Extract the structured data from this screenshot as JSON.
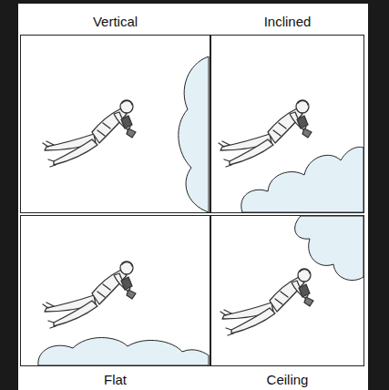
{
  "diagram": {
    "nodes": [
      {
        "text": [
          "Vertical"
        ]
      },
      {
        "text": [
          "Inclined"
        ]
      },
      {
        "text": [
          "Flat"
        ]
      },
      {
        "text": [
          "Ceiling"
        ]
      }
    ]
  }
}
